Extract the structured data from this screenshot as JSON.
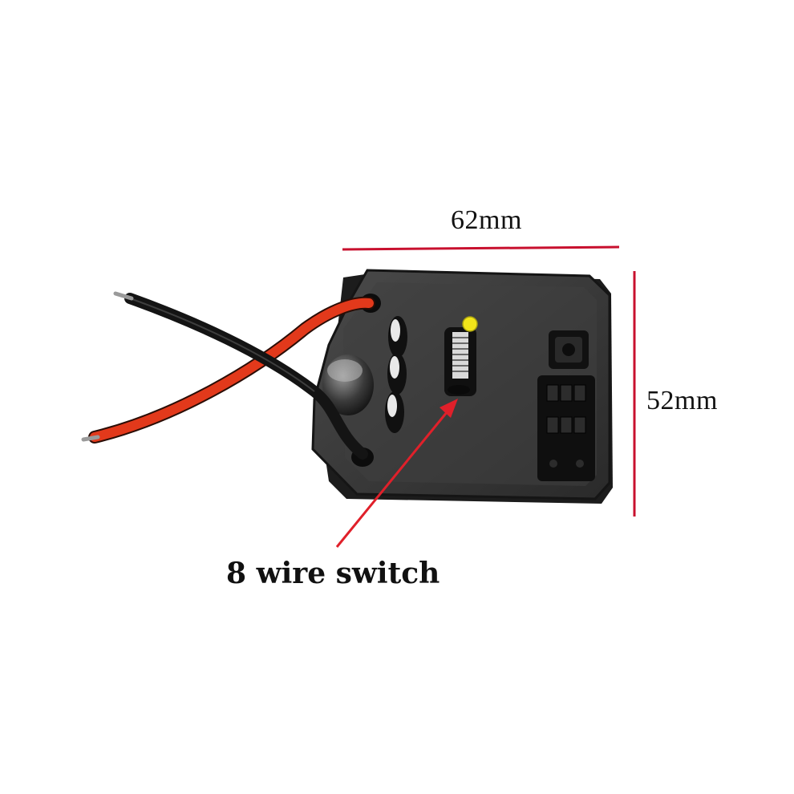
{
  "product": {
    "dimensions": {
      "width_label": "62mm",
      "height_label": "52mm"
    },
    "callout": {
      "label": "8 wire switch"
    }
  },
  "colors": {
    "dimension_line": "#c8102e",
    "arrow": "#e0202a",
    "board_body": "#3a3a3a",
    "board_edge": "#1a1a1a",
    "wire_red": "#e2391b",
    "wire_black": "#141414",
    "led": "#f2e51a"
  }
}
